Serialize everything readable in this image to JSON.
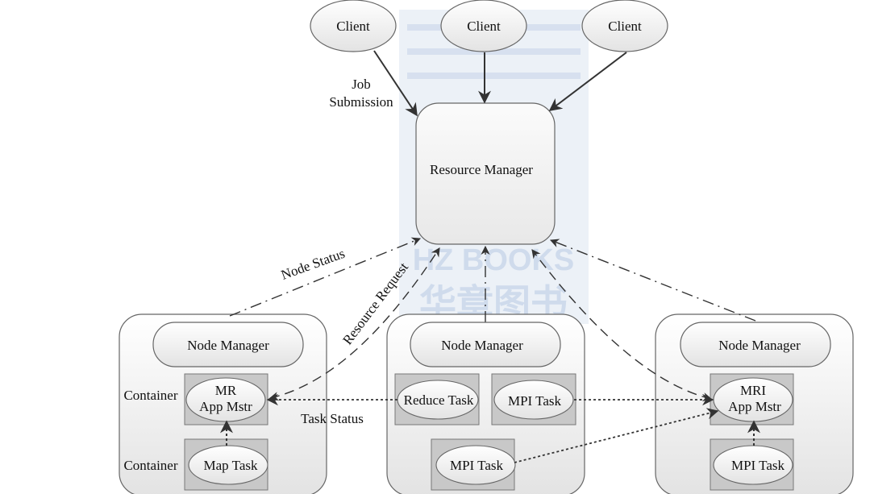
{
  "clients": [
    "Client",
    "Client",
    "Client"
  ],
  "edge_labels": {
    "job_submission_line1": "Job",
    "job_submission_line2": "Submission",
    "node_status": "Node Status",
    "resource_request": "Resource Request",
    "task_status": "Task Status"
  },
  "resource_manager": "Resource Manager",
  "node_managers": [
    "Node Manager",
    "Node Manager",
    "Node Manager"
  ],
  "left_node": {
    "container_1": "Container",
    "container_2": "Container",
    "app_master_line1": "MR",
    "app_master_line2": "App Mstr",
    "map_task": "Map Task"
  },
  "middle_node": {
    "reduce_task": "Reduce Task",
    "mpi_task_top": "MPI Task",
    "mpi_task_bottom": "MPI Task"
  },
  "right_node": {
    "app_master_line1": "MRI",
    "app_master_line2": "App Mstr",
    "mpi_task": "MPI Task"
  },
  "watermark": {
    "text_line1": "HZ BOOKS",
    "text_line2": "华章图书"
  },
  "colors": {
    "shape_fill": "#f0f0f0",
    "container_fill": "#c8c8c8",
    "stroke": "#555555",
    "arrow": "#333333",
    "watermark": "#c9d6ea"
  }
}
